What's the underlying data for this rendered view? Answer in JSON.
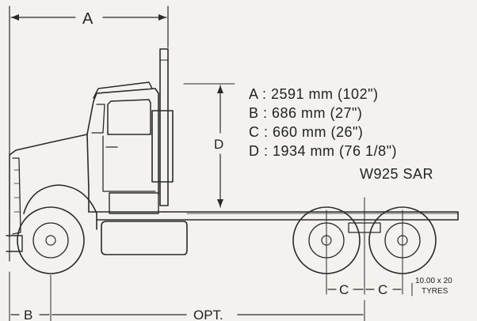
{
  "dimensions": {
    "label_a": "A",
    "label_b": "B",
    "label_c1": "C",
    "label_c2": "C",
    "label_d": "D",
    "label_opt": "OPT."
  },
  "specs": [
    "A : 2591 mm (102\")",
    "B : 686 mm (27\")",
    "C :  660 mm (26\")",
    "D :  1934 mm (76 1/8\")"
  ],
  "model": "W925 SAR",
  "tyres": {
    "line1": "10.00 x 20",
    "line2": "TYRES"
  },
  "colors": {
    "ink": "#2a2a2a",
    "paper": "#f3f2ee"
  }
}
